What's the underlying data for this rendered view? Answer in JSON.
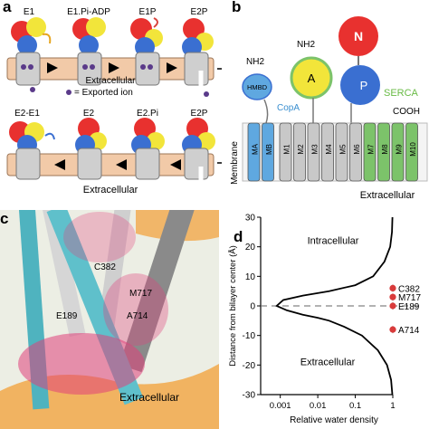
{
  "panel_a": {
    "letter": "a",
    "top_states": [
      "E1",
      "E1.Pi-ADP",
      "E1P",
      "E2P"
    ],
    "top_legend": "= Exported ion",
    "top_region": "Extracellular",
    "bottom_states": [
      "E2-E1",
      "E2",
      "E2.Pi",
      "E2P"
    ],
    "bottom_region": "Extracellular"
  },
  "panel_b": {
    "letter": "b",
    "labels": {
      "nh2_left": "NH2",
      "nh2_mid": "NH2",
      "hmbd": "HMBD",
      "a": "A",
      "n": "N",
      "p": "P",
      "copa": "CopA",
      "serca": "SERCA",
      "cooh": "COOH",
      "membrane": "Membrane",
      "extracellular": "Extracellular"
    },
    "helices": [
      "MA",
      "MB",
      "M1",
      "M2",
      "M3",
      "M4",
      "M5",
      "M6",
      "M7",
      "M8",
      "M9",
      "M10"
    ],
    "colors": {
      "hmbd": "#5fa8e0",
      "a": "#f2e53a",
      "n": "#e8312f",
      "p": "#3a6fd1",
      "copa": "#5fa8e0",
      "serca": "#69bb45",
      "helix_grey": "#c8c8c8",
      "helix_green": "#7cc36a"
    }
  },
  "panel_c": {
    "letter": "c",
    "labels": {
      "c382": "C382",
      "m717": "M717",
      "e189": "E189",
      "a714": "A714",
      "extracellular": "Extracellular"
    }
  },
  "panel_d": {
    "letter": "d",
    "chart_data": {
      "type": "line",
      "xlabel": "Relative water density",
      "ylabel": "Distance from bilayer center (Å)",
      "xscale": "log",
      "xlim": [
        0.0003,
        1.0
      ],
      "ylim": [
        -30,
        30
      ],
      "xticks": [
        "0.001",
        "0.01",
        "0.1",
        "1"
      ],
      "xtick_values": [
        0.001,
        0.01,
        0.1,
        1
      ],
      "yticks": [
        30,
        20,
        10,
        0,
        -10,
        -20,
        -30
      ],
      "annotations": [
        "Intracellular",
        "Extracellular"
      ],
      "series": [
        {
          "x": [
            0.98,
            0.95,
            0.85,
            0.6,
            0.3,
            0.1,
            0.02,
            0.004,
            0.0012,
            0.0008,
            0.0015,
            0.004,
            0.01,
            0.02,
            0.05,
            0.15,
            0.4,
            0.7,
            0.9,
            0.97
          ],
          "y": [
            30,
            25,
            20,
            15,
            10,
            7,
            5,
            3.5,
            2,
            0,
            -1.5,
            -3,
            -4,
            -5,
            -7,
            -10,
            -15,
            -20,
            -25,
            -30
          ]
        }
      ],
      "points": [
        {
          "label": "C382",
          "x": 1.0,
          "y": 6
        },
        {
          "label": "M717",
          "x": 1.0,
          "y": 3
        },
        {
          "label": "E189",
          "x": 1.0,
          "y": 0
        },
        {
          "label": "A714",
          "x": 1.0,
          "y": -8
        }
      ],
      "dashed_line_y": 0,
      "point_color": "#d93b3b"
    }
  }
}
